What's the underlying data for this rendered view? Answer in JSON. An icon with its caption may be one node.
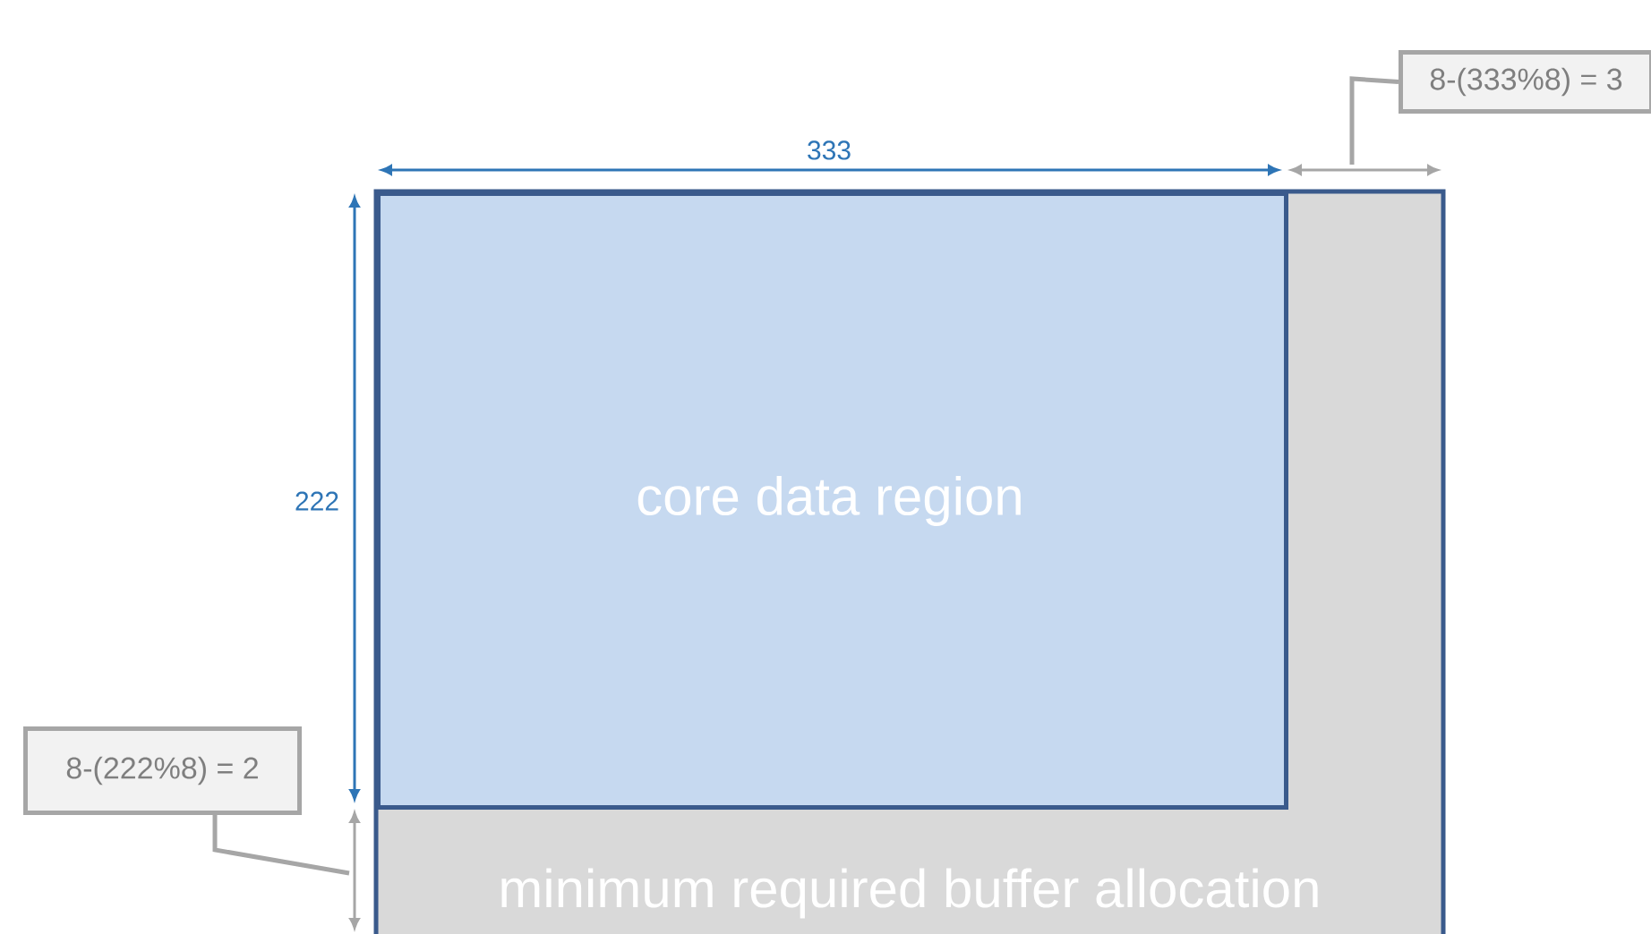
{
  "diagram": {
    "nodes": [
      {
        "text": [
          "minimum required buffer allocation"
        ]
      },
      {
        "text": [
          "core data region"
        ],
        "in": 0
      },
      {
        "text": [
          "8-(333%8) = 3"
        ]
      },
      {
        "text": [
          "8-(222%8) = 2"
        ]
      }
    ],
    "edges": [
      {
        "from": 2,
        "to": null,
        "arrow": "none"
      },
      {
        "from": 3,
        "to": null,
        "arrow": "none"
      }
    ],
    "labels": [
      "333",
      "222"
    ]
  }
}
